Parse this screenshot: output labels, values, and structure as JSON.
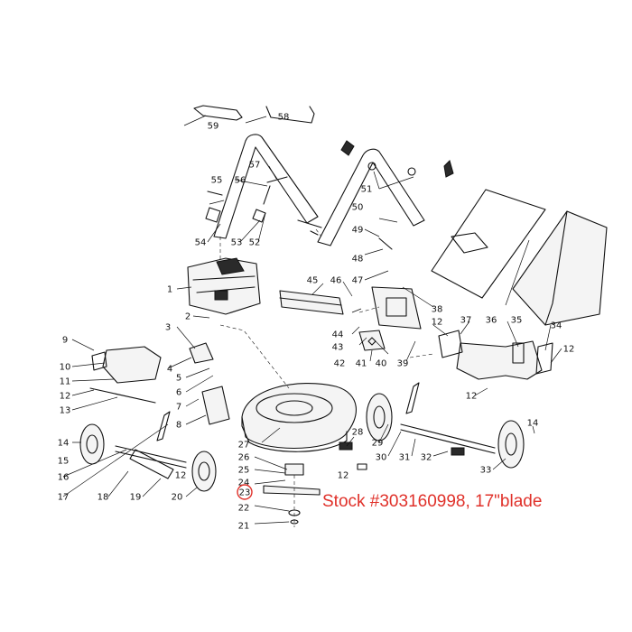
{
  "caption": "Stock #303160998, 17\"blade",
  "caption_color": "#e0312a",
  "highlight_color": "#e0312a",
  "highlighted_part": "23",
  "parts": [
    {
      "n": "1"
    },
    {
      "n": "2"
    },
    {
      "n": "3"
    },
    {
      "n": "4"
    },
    {
      "n": "5"
    },
    {
      "n": "6"
    },
    {
      "n": "7"
    },
    {
      "n": "8"
    },
    {
      "n": "9"
    },
    {
      "n": "10"
    },
    {
      "n": "11"
    },
    {
      "n": "12"
    },
    {
      "n": "13"
    },
    {
      "n": "14"
    },
    {
      "n": "15"
    },
    {
      "n": "16"
    },
    {
      "n": "17"
    },
    {
      "n": "18"
    },
    {
      "n": "19"
    },
    {
      "n": "20"
    },
    {
      "n": "21"
    },
    {
      "n": "22"
    },
    {
      "n": "23"
    },
    {
      "n": "24"
    },
    {
      "n": "25"
    },
    {
      "n": "26"
    },
    {
      "n": "27"
    },
    {
      "n": "28"
    },
    {
      "n": "29"
    },
    {
      "n": "30"
    },
    {
      "n": "31"
    },
    {
      "n": "32"
    },
    {
      "n": "33"
    },
    {
      "n": "34"
    },
    {
      "n": "35"
    },
    {
      "n": "36"
    },
    {
      "n": "37"
    },
    {
      "n": "38"
    },
    {
      "n": "39"
    },
    {
      "n": "40"
    },
    {
      "n": "41"
    },
    {
      "n": "42"
    },
    {
      "n": "43"
    },
    {
      "n": "44"
    },
    {
      "n": "45"
    },
    {
      "n": "46"
    },
    {
      "n": "47"
    },
    {
      "n": "48"
    },
    {
      "n": "49"
    },
    {
      "n": "50"
    },
    {
      "n": "51"
    },
    {
      "n": "52"
    },
    {
      "n": "53"
    },
    {
      "n": "54"
    },
    {
      "n": "55"
    },
    {
      "n": "56"
    },
    {
      "n": "57"
    },
    {
      "n": "58"
    },
    {
      "n": "59"
    }
  ]
}
